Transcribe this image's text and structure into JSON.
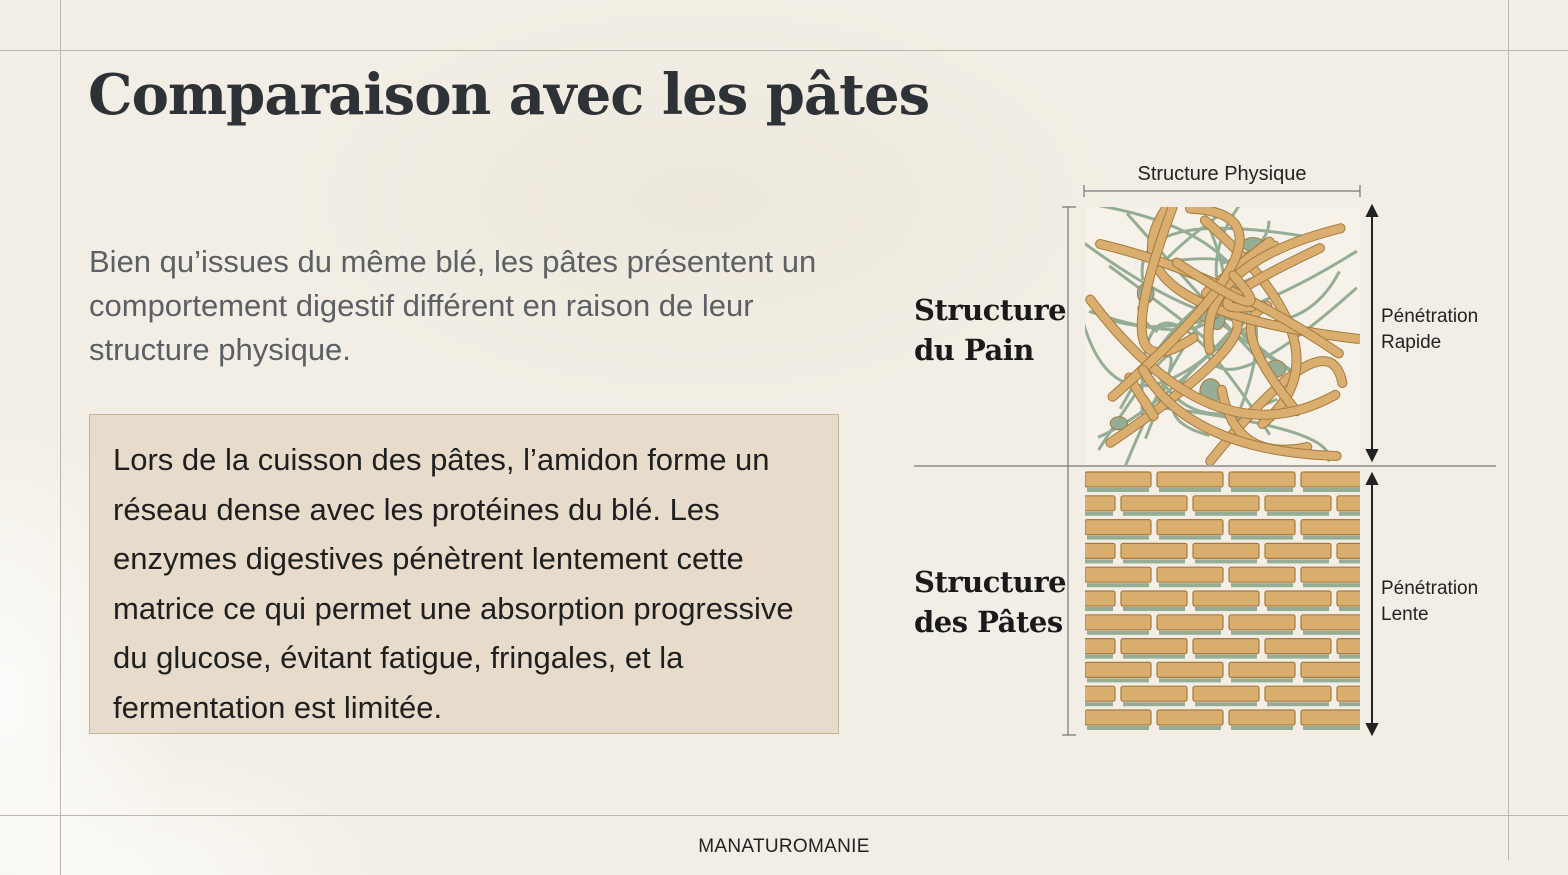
{
  "title": "Comparaison avec les pâtes",
  "intro": "Bien qu’issues du même blé, les pâtes présentent un comportement digestif différent en raison de leur structure physique.",
  "highlight_box": "Lors de la cuisson des pâtes, l’amidon forme un réseau dense avec les protéines du blé. Les enzymes digestives pénètrent lentement cette matrice ce qui permet une absorption progressive du glucose, évitant fatigue, fringales, et la fermentation est limitée.",
  "diagram": {
    "top_label": "Structure Physique",
    "bread": {
      "label_line1": "Structure",
      "label_line2": "du Pain",
      "penetration_line1": "Pénétration",
      "penetration_line2": "Rapide"
    },
    "pasta": {
      "label_line1": "Structure",
      "label_line2": "des Pâtes",
      "penetration_line1": "Pénétration",
      "penetration_line2": "Lente"
    },
    "colors": {
      "starch": "#d9ae6f",
      "starch_outline": "#a57a3e",
      "protein": "#95ad94"
    }
  },
  "footer": "MANATUROMANIE"
}
